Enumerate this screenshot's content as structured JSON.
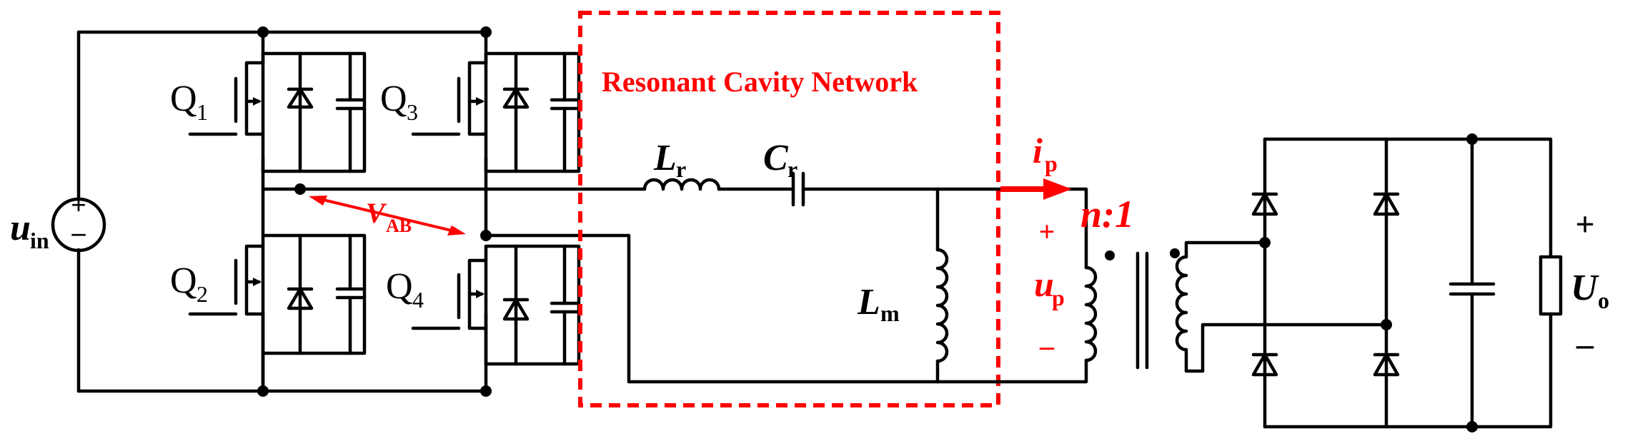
{
  "network_label": "Resonant Cavity Network",
  "switches": {
    "q1": {
      "base": "Q",
      "sub": "1"
    },
    "q2": {
      "base": "Q",
      "sub": "2"
    },
    "q3": {
      "base": "Q",
      "sub": "3"
    },
    "q4": {
      "base": "Q",
      "sub": "4"
    }
  },
  "source": {
    "base": "u",
    "sub": "in",
    "plus": "+",
    "minus": "–"
  },
  "vab": {
    "base": "V",
    "sub": "AB"
  },
  "lr": {
    "base": "L",
    "sub": "r"
  },
  "cr": {
    "base": "C",
    "sub": "r"
  },
  "lm": {
    "base": "L",
    "sub": "m"
  },
  "ip": {
    "base": "i",
    "sub": "p"
  },
  "up": {
    "base": "u",
    "sub": "p",
    "plus": "+",
    "minus": "–"
  },
  "ratio": "n:1",
  "output": {
    "base": "U",
    "sub": "o",
    "plus": "+",
    "minus": "–"
  },
  "colors": {
    "wire": "#000000",
    "highlight": "#ff0000"
  }
}
